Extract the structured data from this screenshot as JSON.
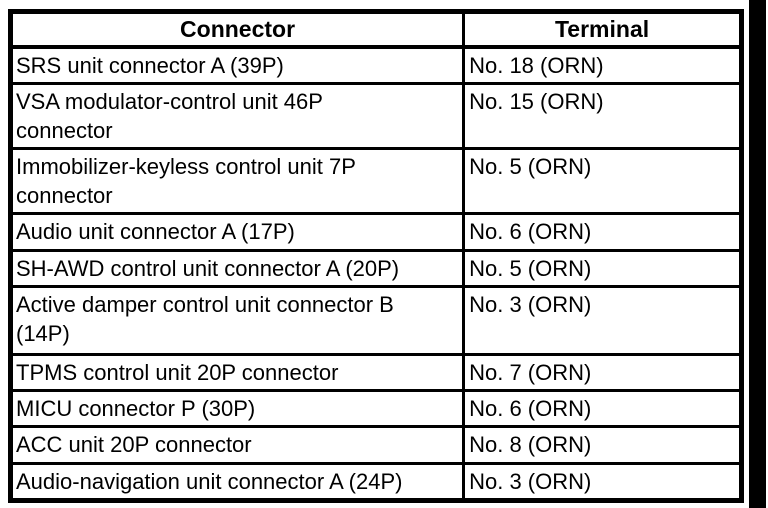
{
  "page": {
    "background": "#ffffff",
    "text_color": "#000000",
    "border_color": "#000000",
    "scrollbar_color": "#000000"
  },
  "table": {
    "header": {
      "connector": "Connector",
      "terminal": "Terminal"
    },
    "rows": [
      {
        "connector": "SRS unit connector A (39P)",
        "terminal": "No. 18 (ORN)"
      },
      {
        "connector": "VSA modulator-control unit 46P\nconnector",
        "terminal": "No. 15 (ORN)"
      },
      {
        "connector": "Immobilizer-keyless control unit 7P\nconnector",
        "terminal": "No. 5 (ORN)"
      },
      {
        "connector": "Audio unit connector A (17P)",
        "terminal": "No. 6 (ORN)"
      },
      {
        "connector": "SH-AWD control unit connector A (20P)",
        "terminal": "No. 5 (ORN)"
      },
      {
        "connector": "Active damper control unit connector B\n(14P)",
        "terminal": "No. 3 (ORN)"
      },
      {
        "connector": "TPMS control unit 20P connector",
        "terminal": "No. 7 (ORN)"
      },
      {
        "connector": "MICU connector P (30P)",
        "terminal": "No. 6 (ORN)"
      },
      {
        "connector": "ACC unit 20P connector",
        "terminal": "No. 8 (ORN)"
      },
      {
        "connector": "Audio-navigation unit connector A (24P)",
        "terminal": "No. 3 (ORN)"
      }
    ]
  }
}
